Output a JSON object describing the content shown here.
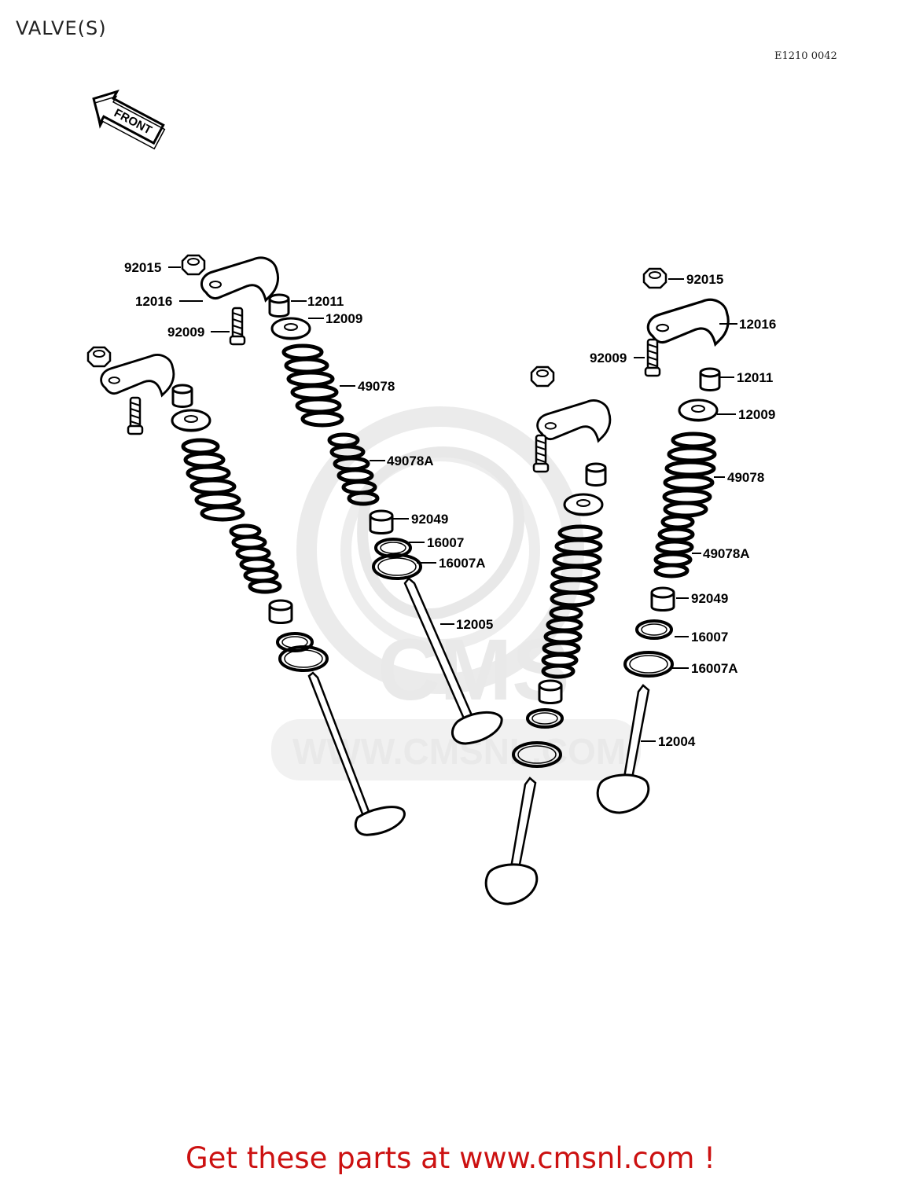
{
  "header": {
    "title": "VALVE(S)",
    "drawing_code": "E1210 0042"
  },
  "diagram": {
    "front_label": "FRONT",
    "watermark": {
      "logo_text": "CMS",
      "url_text": "WWW.CMSNL.COM"
    },
    "parts": {
      "left_pair": {
        "nut": "92015",
        "rocker_arm": "12016",
        "adjuster": "12011",
        "screw": "92009",
        "retainer": "12009",
        "outer_spring": "49078",
        "inner_spring": "49078A",
        "spring_seat": "92049",
        "washer": "16007",
        "washer_a": "16007A",
        "valve": "12005"
      },
      "right_pair": {
        "nut": "92015",
        "rocker_arm": "12016",
        "screw": "92009",
        "adjuster": "12011",
        "retainer": "12009",
        "outer_spring": "49078",
        "inner_spring": "49078A",
        "spring_seat": "92049",
        "washer": "16007",
        "washer_a": "16007A",
        "valve": "12004"
      }
    }
  },
  "footer": {
    "cta": "Get these parts at www.cmsnl.com !"
  }
}
